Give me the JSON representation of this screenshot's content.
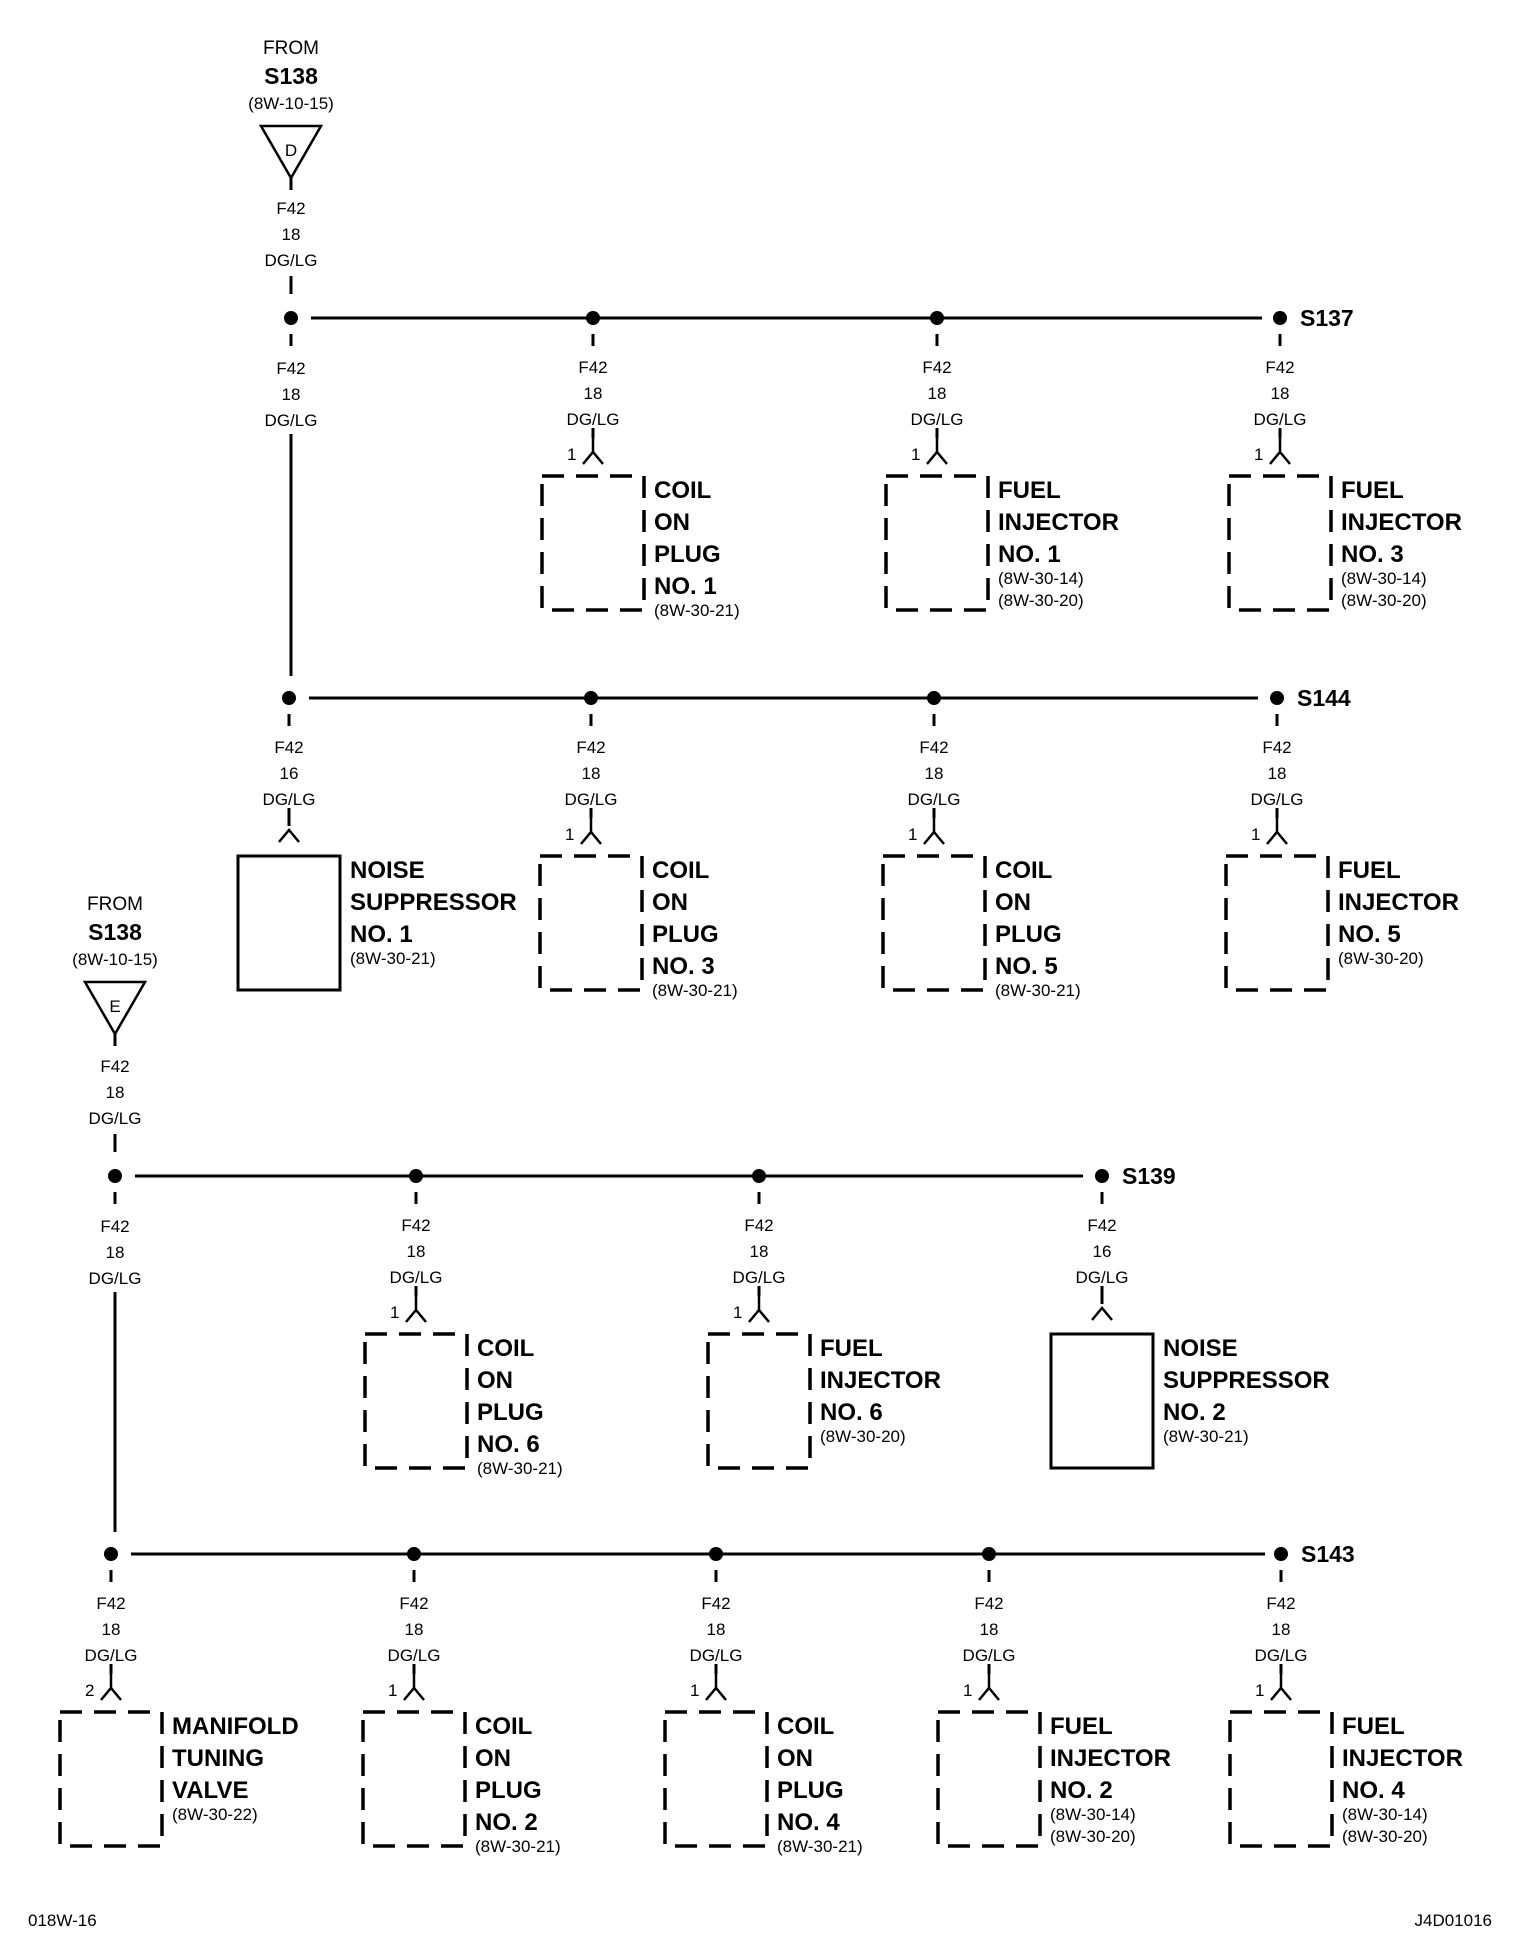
{
  "sources": [
    {
      "id": "D",
      "from": "FROM",
      "splice": "S138",
      "ref": "(8W-10-15)",
      "letter": "D"
    },
    {
      "id": "E",
      "from": "FROM",
      "splice": "S138",
      "ref": "(8W-10-15)",
      "letter": "E"
    }
  ],
  "wire_gauge_18": [
    "F42",
    "18",
    "DG/LG"
  ],
  "wire_gauge_16": [
    "F42",
    "16",
    "DG/LG"
  ],
  "splices": [
    "S137",
    "S144",
    "S139",
    "S143"
  ],
  "components": [
    {
      "id": "cop1",
      "lines": [
        "COIL",
        "ON",
        "PLUG",
        "NO. 1"
      ],
      "refs": [
        "(8W-30-21)"
      ],
      "pin": "1"
    },
    {
      "id": "fi1",
      "lines": [
        "FUEL",
        "INJECTOR",
        "NO. 1"
      ],
      "refs": [
        "(8W-30-14)",
        "(8W-30-20)"
      ],
      "pin": "1"
    },
    {
      "id": "fi3",
      "lines": [
        "FUEL",
        "INJECTOR",
        "NO. 3"
      ],
      "refs": [
        "(8W-30-14)",
        "(8W-30-20)"
      ],
      "pin": "1"
    },
    {
      "id": "ns1",
      "lines": [
        "NOISE",
        "SUPPRESSOR",
        "NO. 1"
      ],
      "refs": [
        "(8W-30-21)"
      ],
      "pin": ""
    },
    {
      "id": "cop3",
      "lines": [
        "COIL",
        "ON",
        "PLUG",
        "NO. 3"
      ],
      "refs": [
        "(8W-30-21)"
      ],
      "pin": "1"
    },
    {
      "id": "cop5",
      "lines": [
        "COIL",
        "ON",
        "PLUG",
        "NO. 5"
      ],
      "refs": [
        "(8W-30-21)"
      ],
      "pin": "1"
    },
    {
      "id": "fi5",
      "lines": [
        "FUEL",
        "INJECTOR",
        "NO. 5"
      ],
      "refs": [
        "(8W-30-20)"
      ],
      "pin": "1"
    },
    {
      "id": "cop6",
      "lines": [
        "COIL",
        "ON",
        "PLUG",
        "NO. 6"
      ],
      "refs": [
        "(8W-30-21)"
      ],
      "pin": "1"
    },
    {
      "id": "fi6",
      "lines": [
        "FUEL",
        "INJECTOR",
        "NO. 6"
      ],
      "refs": [
        "(8W-30-20)"
      ],
      "pin": "1"
    },
    {
      "id": "ns2",
      "lines": [
        "NOISE",
        "SUPPRESSOR",
        "NO. 2"
      ],
      "refs": [
        "(8W-30-21)"
      ],
      "pin": ""
    },
    {
      "id": "mtv",
      "lines": [
        "MANIFOLD",
        "TUNING",
        "VALVE"
      ],
      "refs": [
        "(8W-30-22)"
      ],
      "pin": "2"
    },
    {
      "id": "cop2",
      "lines": [
        "COIL",
        "ON",
        "PLUG",
        "NO. 2"
      ],
      "refs": [
        "(8W-30-21)"
      ],
      "pin": "1"
    },
    {
      "id": "cop4",
      "lines": [
        "COIL",
        "ON",
        "PLUG",
        "NO. 4"
      ],
      "refs": [
        "(8W-30-21)"
      ],
      "pin": "1"
    },
    {
      "id": "fi2",
      "lines": [
        "FUEL",
        "INJECTOR",
        "NO. 2"
      ],
      "refs": [
        "(8W-30-14)",
        "(8W-30-20)"
      ],
      "pin": "1"
    },
    {
      "id": "fi4",
      "lines": [
        "FUEL",
        "INJECTOR",
        "NO. 4"
      ],
      "refs": [
        "(8W-30-14)",
        "(8W-30-20)"
      ],
      "pin": "1"
    }
  ],
  "footer": {
    "left": "018W-16",
    "right": "J4D01016"
  }
}
